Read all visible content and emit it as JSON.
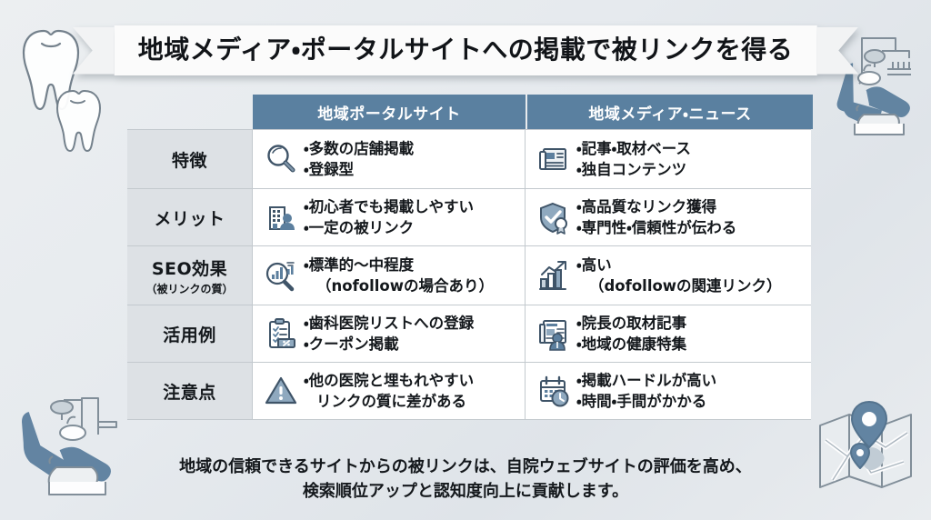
{
  "title": {
    "text": "地域メディア・ポータルサイトへの掲載で被リンクを得る"
  },
  "table": {
    "columns": [
      {
        "key": "label",
        "header": ""
      },
      {
        "key": "portal",
        "header": "地域ポータルサイト"
      },
      {
        "key": "media",
        "header": "地域メディア・ニュース"
      }
    ],
    "rows": [
      {
        "label": "特徴",
        "label_sub": "",
        "portal": {
          "icon": "magnifier-icon",
          "lines": [
            "・多数の店舗掲載",
            "・登録型"
          ]
        },
        "media": {
          "icon": "newspaper-icon",
          "lines": [
            "・記事・取材ベース",
            "・独自コンテンツ"
          ]
        }
      },
      {
        "label": "メリット",
        "label_sub": "",
        "portal": {
          "icon": "building-person-icon",
          "lines": [
            "・初心者でも掲載しやすい",
            "・一定の被リンク"
          ]
        },
        "media": {
          "icon": "shield-check-badge-icon",
          "lines": [
            "・高品質なリンク獲得",
            "・専門性・信頼性が伝わる"
          ]
        }
      },
      {
        "label": "SEO効果",
        "label_sub": "（被リンクの質）",
        "portal": {
          "icon": "chart-magnifier-icon",
          "lines": [
            "・標準的〜中程度",
            "（nofollowの場合あり）"
          ],
          "second_line_noindent": true
        },
        "media": {
          "icon": "growth-chart-icon",
          "lines": [
            "・高い",
            "（dofollowの関連リンク）"
          ],
          "second_line_noindent": true
        }
      },
      {
        "label": "活用例",
        "label_sub": "",
        "portal": {
          "icon": "clipboard-coupon-icon",
          "lines": [
            "・歯科医院リストへの登録",
            "・クーポン掲載"
          ]
        },
        "media": {
          "icon": "newspaper-person-icon",
          "lines": [
            "・院長の取材記事",
            "・地域の健康特集"
          ]
        }
      },
      {
        "label": "注意点",
        "label_sub": "",
        "portal": {
          "icon": "warning-triangle-icon",
          "lines": [
            "・他の医院と埋もれやすい",
            "リンクの質に差がある"
          ],
          "second_line_noindent": true
        },
        "media": {
          "icon": "calendar-clock-icon",
          "lines": [
            "・掲載ハードルが高い",
            "・時間・手間がかかる"
          ]
        }
      }
    ]
  },
  "footer": {
    "line1": "地域の信頼できるサイトからの被リンクは、自院ウェブサイトの評価を高め、",
    "line2": "検索順位アップと認知度向上に貢献します。"
  },
  "decorations": [
    {
      "name": "tooth-icon",
      "position": "top-left"
    },
    {
      "name": "tooth-small-icon",
      "position": "top-left"
    },
    {
      "name": "dental-chair-icon",
      "position": "top-right"
    },
    {
      "name": "dental-chair-icon",
      "position": "bottom-left"
    },
    {
      "name": "map-pin-icon",
      "position": "bottom-right"
    }
  ],
  "colors": {
    "header_blue": "#5a80a0",
    "label_gray": "#dde1e5",
    "cell_white": "#ffffff",
    "text_dark": "#14181c",
    "background": "#e8ebee",
    "icon_blue": "#5c7f9e",
    "border": "#c3c9ce"
  }
}
